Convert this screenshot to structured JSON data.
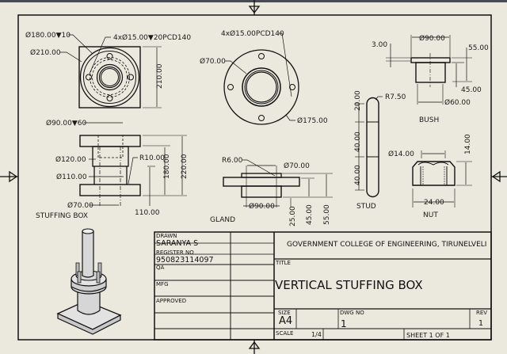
{
  "sheet": {
    "center_marks": [
      "top-center-mark",
      "bottom-center-mark",
      "left-center-mark",
      "right-center-mark"
    ]
  },
  "views": {
    "stuffing_box_top": {
      "callouts": [
        "Ø180.00▼10",
        "Ø210.00",
        "4xØ15.00▼20PCD140"
      ],
      "dims": [
        "210.00"
      ]
    },
    "stuffing_box_front": {
      "label": "STUFFING BOX",
      "callouts": [
        "Ø90.00▼60",
        "Ø120.00",
        "Ø110.00",
        "Ø70.00",
        "R10.00"
      ],
      "dims": [
        "220.00",
        "180.00",
        "110.00"
      ]
    },
    "gland_top": {
      "callouts": [
        "4xØ15.00PCD140",
        "Ø70.00",
        "Ø175.00"
      ]
    },
    "gland_front": {
      "label": "GLAND",
      "callouts": [
        "R6.00",
        "Ø70.00",
        "Ø90.00"
      ],
      "dims": [
        "25.00",
        "45.00",
        "55.00"
      ]
    },
    "bush": {
      "label": "BUSH",
      "callouts": [
        "Ø90.00",
        "3.00",
        "55.00",
        "45.00",
        "Ø60.00"
      ]
    },
    "stud": {
      "label": "STUD",
      "callouts": [
        "R7.50"
      ],
      "dims": [
        "20.00",
        "40.00",
        "40.00"
      ]
    },
    "nut": {
      "label": "NUT",
      "callouts": [
        "Ø14.00"
      ],
      "dims": [
        "14.00",
        "24.00"
      ]
    },
    "isometric": {
      "label": "isometric-assembly"
    }
  },
  "title_block": {
    "drawn_label": "DRAWN",
    "drawn_value": "SARANYA S",
    "register_label": "REGISTER NO",
    "register_value": "950823114097",
    "qa_label": "QA",
    "mfg_label": "MFG",
    "approved_label": "APPROVED",
    "organization": "GOVERNMENT COLLEGE OF ENGINEERING, TIRUNELVELI",
    "title_label": "TITLE",
    "title_value": "VERTICAL STUFFING BOX",
    "size_label": "SIZE",
    "size_value": "A4",
    "dwg_no_label": "DWG NO",
    "dwg_no_value": "1",
    "rev_label": "REV",
    "rev_value": "1",
    "scale_label": "SCALE",
    "scale_value": "1/4",
    "sheet_value": "SHEET 1  OF 1"
  }
}
